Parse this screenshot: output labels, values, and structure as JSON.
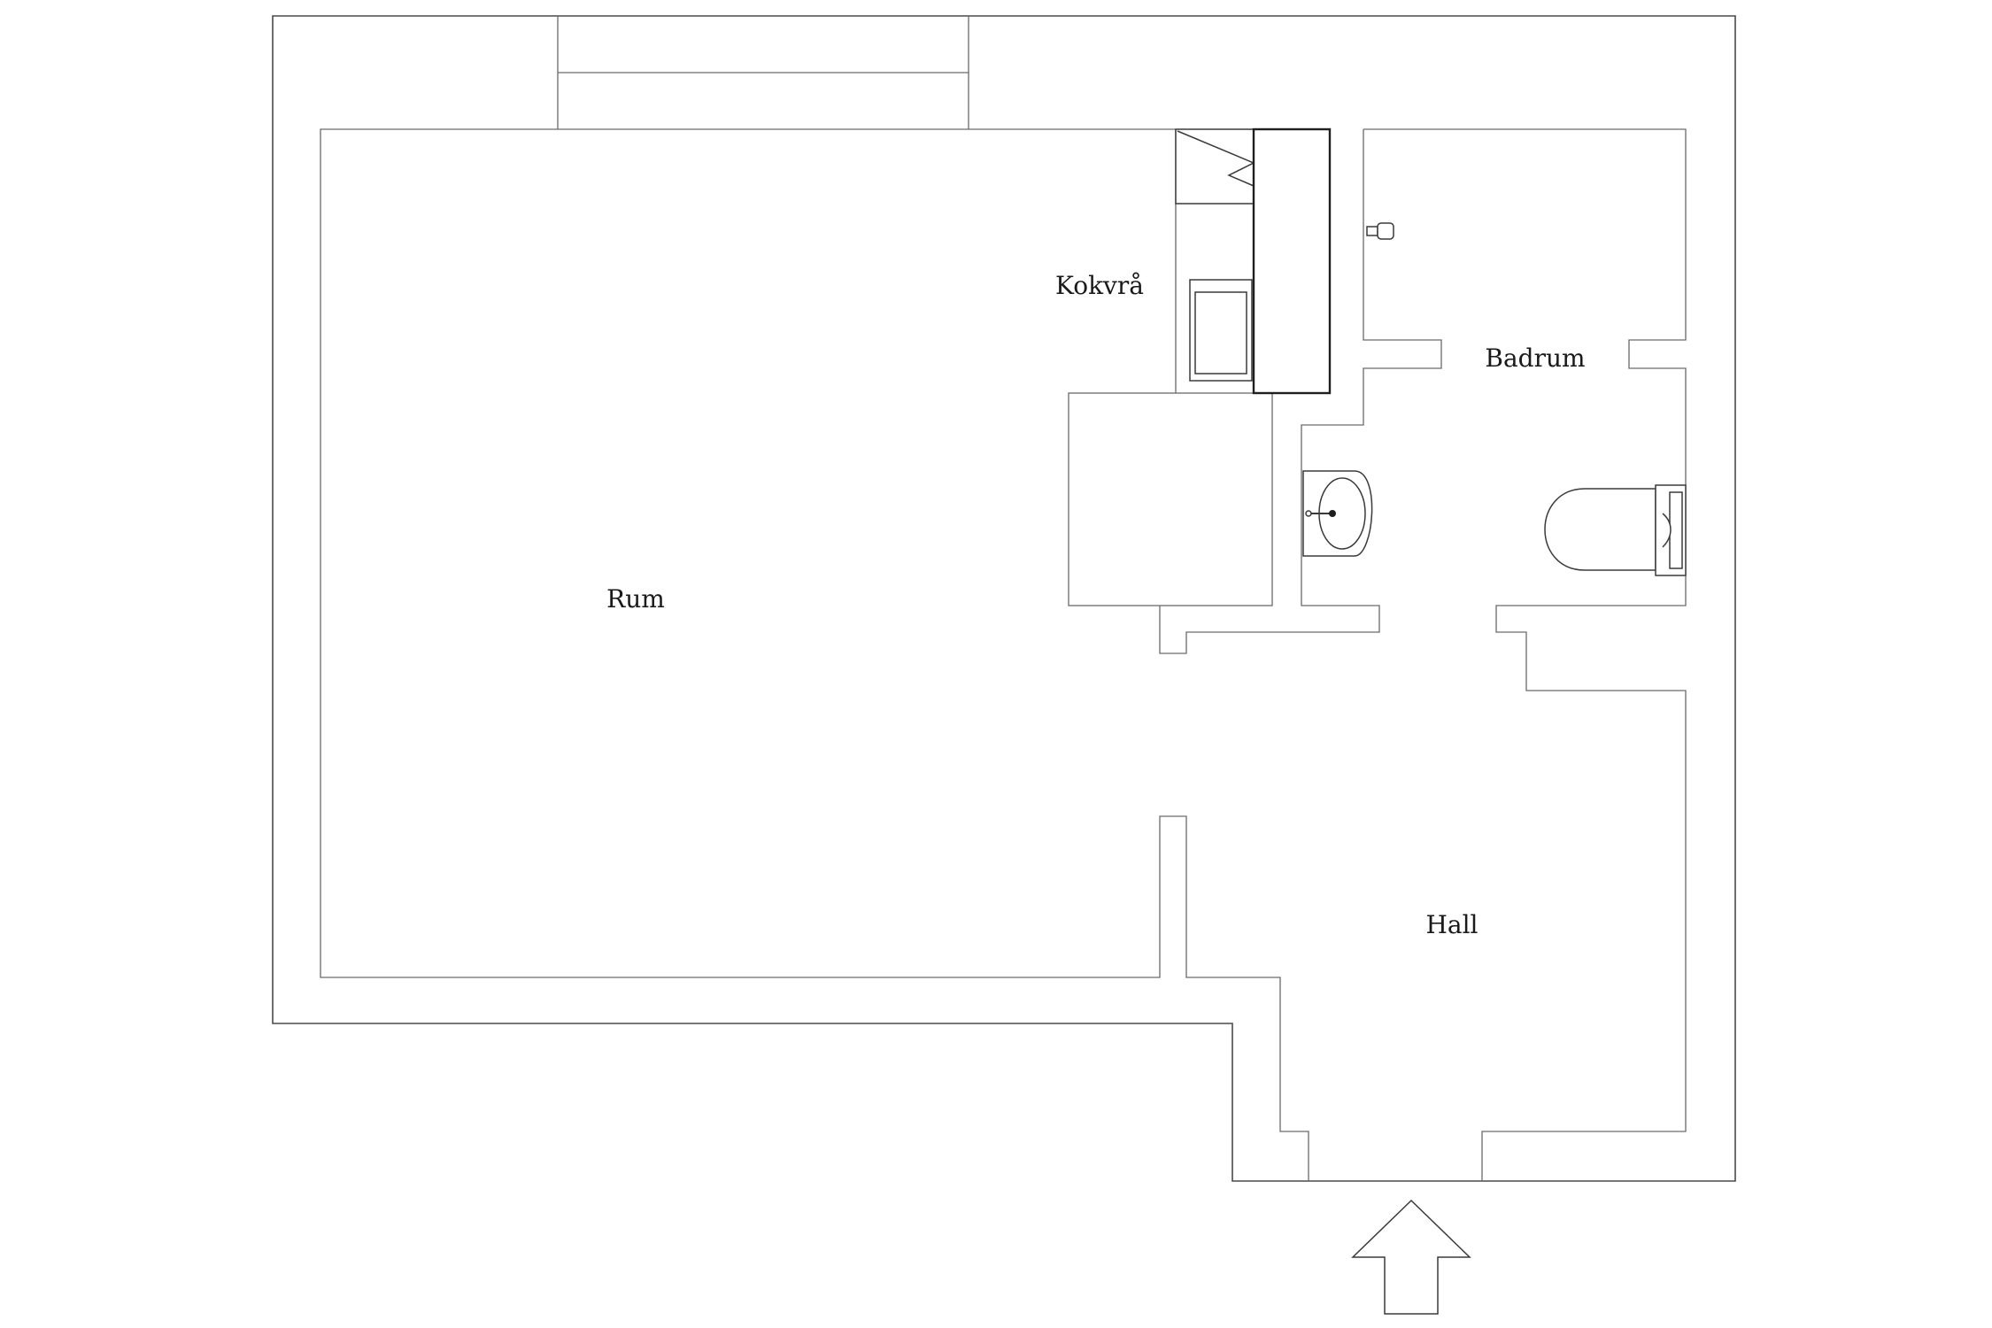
{
  "rooms": {
    "rum": "Rum",
    "kokvra": "Kokvrå",
    "badrum": "Badrum",
    "hall": "Hall"
  },
  "colors": {
    "wall": "#4a4a4a",
    "text": "#1a1a1a",
    "background": "#ffffff"
  },
  "icons": {
    "entrance": "entrance-arrow-icon",
    "stove": "stove-icon",
    "sink": "sink-icon",
    "toilet": "toilet-icon",
    "tap": "tap-icon"
  }
}
